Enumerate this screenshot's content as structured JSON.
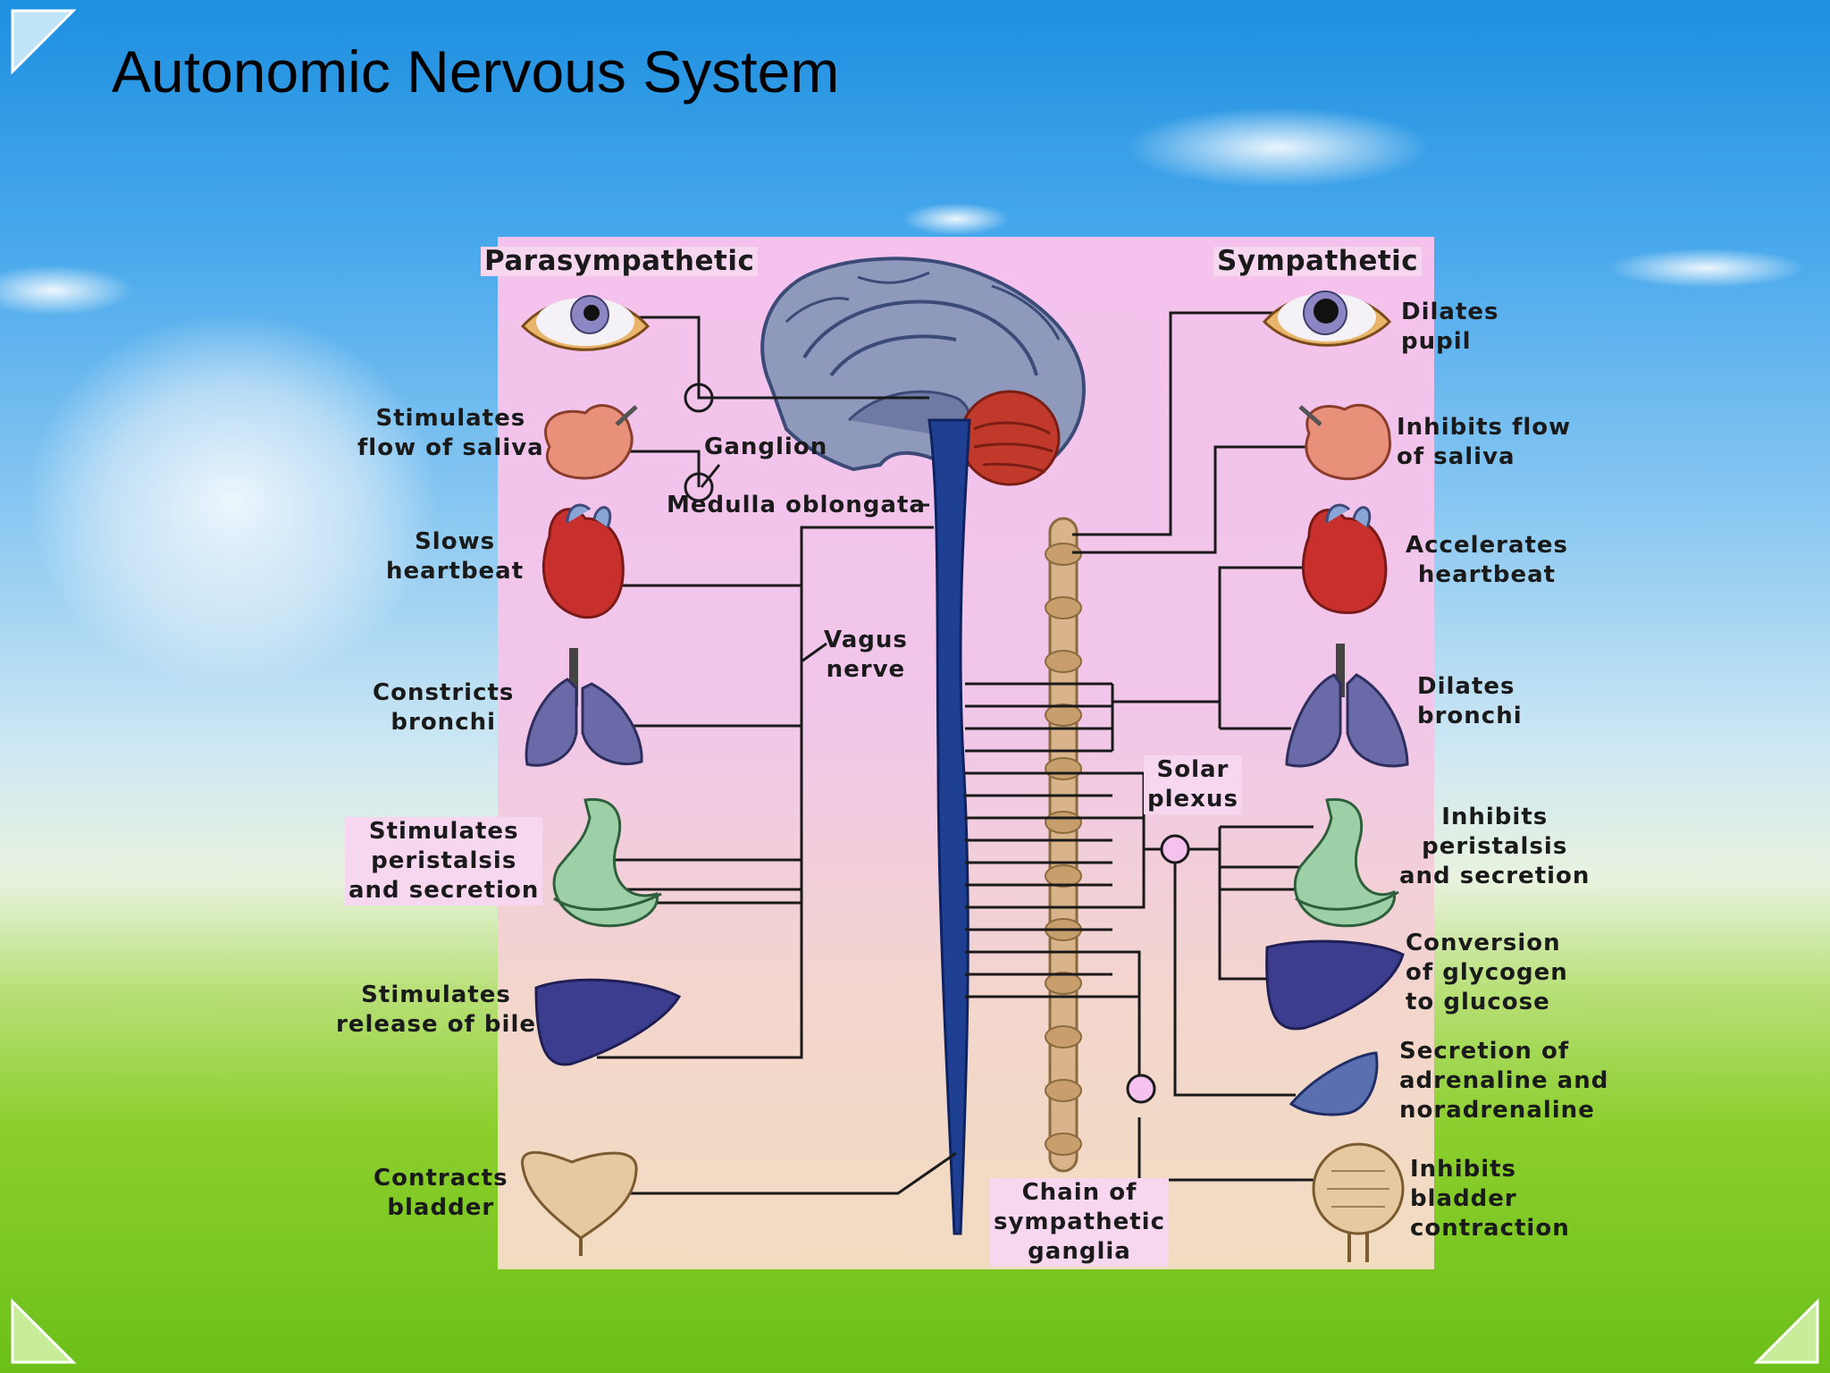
{
  "slide": {
    "title": "Autonomic Nervous System"
  },
  "diagram": {
    "headings": {
      "parasympathetic": "Parasympathetic",
      "sympathetic": "Sympathetic"
    },
    "center_labels": {
      "ganglion": "Ganglion",
      "medulla": "Medulla oblongata",
      "vagus": "Vagus\nnerve",
      "solar_plexus": "Solar\nplexus",
      "chain": "Chain of\nsympathetic\nganglia"
    },
    "parasympathetic_effects": [
      "Stimulates\nflow of saliva",
      "Slows\nheartbeat",
      "Constricts\nbronchi",
      "Stimulates\nperistalsis\nand secretion",
      "Stimulates\nrelease of bile",
      "Contracts\nbladder"
    ],
    "sympathetic_effects": [
      "Dilates\npupil",
      "Inhibits flow\nof saliva",
      "Accelerates\nheartbeat",
      "Dilates\nbronchi",
      "Inhibits\nperistalsis\nand secretion",
      "Conversion\nof glycogen\nto glucose",
      "Secretion of\nadrenaline and\nnoradrenaline",
      "Inhibits\nbladder\ncontraction"
    ],
    "icons": [
      "eye-icon",
      "salivary-gland-icon",
      "heart-icon",
      "lungs-icon",
      "stomach-icon",
      "liver-icon",
      "adrenal-gland-icon",
      "bladder-icon",
      "brain-icon",
      "spinal-cord-icon"
    ],
    "colors": {
      "panel": "#f2c8ea",
      "spinal_cord": "#1f3f93",
      "ganglia_chain": "#d9b48a",
      "brain": "#8896b8",
      "cerebellum": "#c0392b",
      "heart": "#c8302d",
      "lungs": "#6a6aa8",
      "stomach": "#9ed0a8",
      "liver": "#3d3d8f",
      "bladder": "#e6c9a0"
    }
  }
}
